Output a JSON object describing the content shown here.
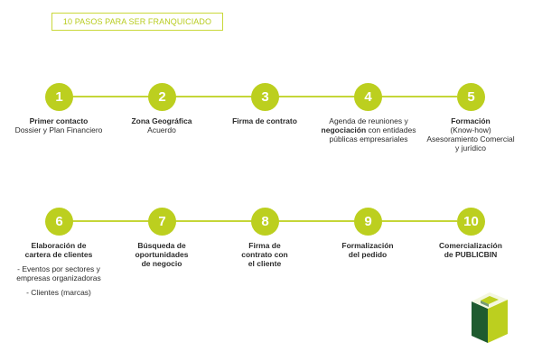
{
  "title": "10 PASOS PARA SER FRANQUICIADO",
  "colors": {
    "accent": "#bccf1f",
    "line": "#c5d638",
    "logo_dark": "#1f5b2f",
    "logo_light": "#bccf1f",
    "text": "#2b2b2b"
  },
  "steps": [
    {
      "number": "1",
      "title": "Primer contacto",
      "lines": [
        "Dossier y Plan Financiero"
      ]
    },
    {
      "number": "2",
      "title": "Zona Geográfica",
      "lines": [
        "Acuerdo"
      ]
    },
    {
      "number": "3",
      "title": "Firma de contrato",
      "lines": []
    },
    {
      "number": "4",
      "pre": "Agenda de reuniones y",
      "title": "negociación",
      "post": "con entidades",
      "lines": [
        "públicas empresariales"
      ]
    },
    {
      "number": "5",
      "title": "Formación",
      "lines": [
        "(Know-how)",
        "Asesoramiento Comercial",
        "y jurídico"
      ]
    },
    {
      "number": "6",
      "title_lines": [
        "Elaboración de",
        "cartera de clientes"
      ],
      "bullets": [
        "- Eventos por sectores y empresas organizadoras",
        "- Clientes (marcas)"
      ]
    },
    {
      "number": "7",
      "title_lines": [
        "Búsqueda de",
        "oportunidades",
        "de negocio"
      ]
    },
    {
      "number": "8",
      "title_lines": [
        "Firma de",
        "contrato con",
        "el cliente"
      ]
    },
    {
      "number": "9",
      "title_lines": [
        "Formalización",
        "del pedido"
      ]
    },
    {
      "number": "10",
      "title_lines": [
        "Comercialización",
        "de PUBLICBIN"
      ]
    }
  ],
  "logo": {
    "icon": "publicbin-cube-logo"
  }
}
